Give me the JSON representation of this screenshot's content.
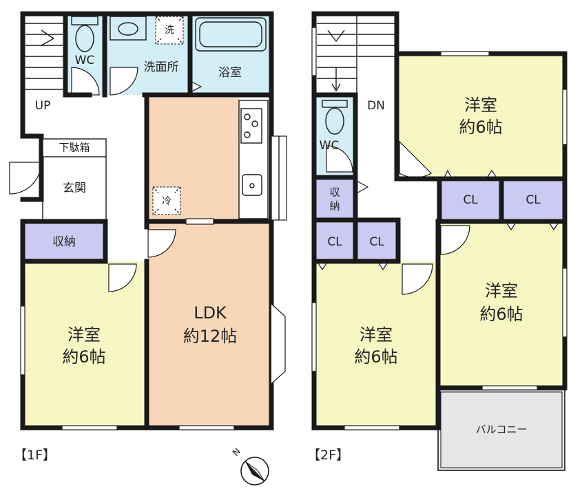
{
  "floors": {
    "first": {
      "tag": "【1F】"
    },
    "second": {
      "tag": "【2F】"
    }
  },
  "rooms_1f": {
    "wc": {
      "label": "WC"
    },
    "washroom": {
      "label": "洗面所"
    },
    "washer": {
      "label": "洗"
    },
    "bath": {
      "label": "浴室"
    },
    "stairs_up": {
      "label": "UP"
    },
    "shoe_cabinet": {
      "label": "下駄箱"
    },
    "entrance": {
      "label": "玄関"
    },
    "fridge": {
      "label": "冷"
    },
    "storage": {
      "label": "収納"
    },
    "western": {
      "name": "洋室",
      "size": "約6帖"
    },
    "ldk": {
      "name": "LDK",
      "size": "約12帖"
    }
  },
  "rooms_2f": {
    "stairs_down": {
      "label": "DN"
    },
    "wc": {
      "label": "WC"
    },
    "storage": {
      "label": "収\n納",
      "line1": "収",
      "line2": "納"
    },
    "closet_a": {
      "label": "CL"
    },
    "closet_b": {
      "label": "CL"
    },
    "closet_c": {
      "label": "CL"
    },
    "closet_d": {
      "label": "CL"
    },
    "western_ne": {
      "name": "洋室",
      "size": "約6帖"
    },
    "western_e": {
      "name": "洋室",
      "size": "約6帖"
    },
    "western_sw": {
      "name": "洋室",
      "size": "約6帖"
    },
    "balcony": {
      "label": "バルコニー"
    }
  },
  "compass": {
    "label": "N"
  },
  "colors": {
    "western": "#f7f7c4",
    "ldk": "#f7d7b8",
    "wet": "#d4eef8",
    "closet": "#cbcaf2",
    "balcony": "#e6e6e6",
    "wall": "#1a1a1a"
  }
}
